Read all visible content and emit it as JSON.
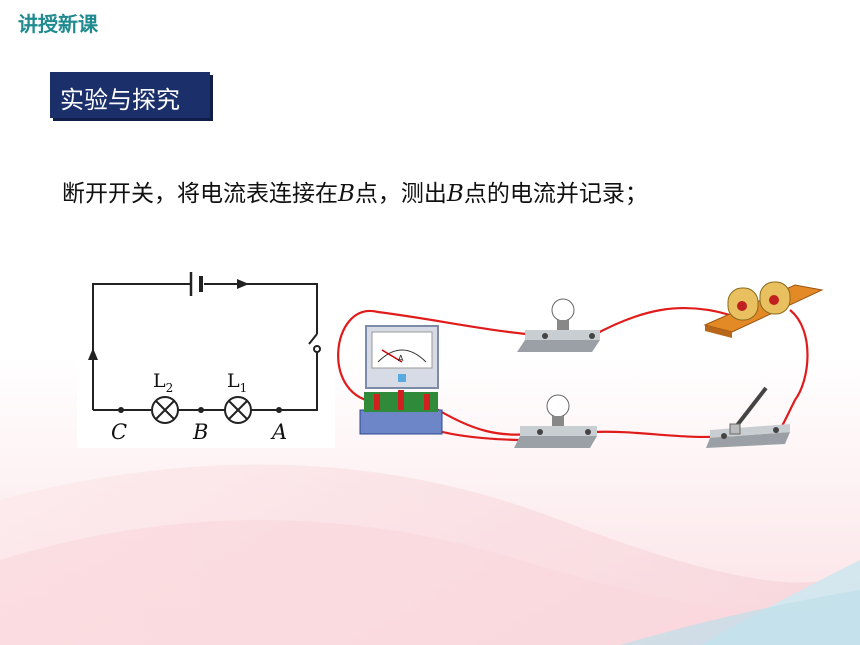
{
  "header": {
    "title": "讲授新课"
  },
  "section": {
    "tag": "实验与探究"
  },
  "instruction": {
    "part1": "断开开关，将电流表连接在",
    "point1": "B",
    "part2": "点，测出",
    "point2": "B",
    "part3": "点的电流并记录；"
  },
  "schematic": {
    "lamp1": {
      "letter": "L",
      "sub": "1"
    },
    "lamp2": {
      "letter": "L",
      "sub": "2"
    },
    "point_a": "A",
    "point_b": "B",
    "point_c": "C"
  },
  "colors": {
    "header_text": "#1f8a90",
    "tag_bg": "#1b2f6b",
    "wire": "#e01b1b",
    "bg_wave": "#fbe3e6"
  },
  "icons": [
    "ammeter-icon",
    "bulb-icon",
    "battery-icon",
    "switch-icon"
  ]
}
